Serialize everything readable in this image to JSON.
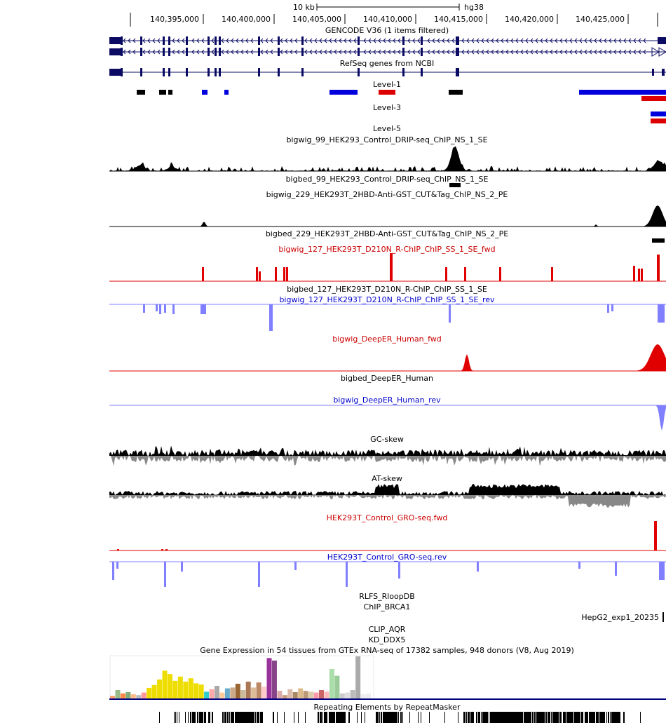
{
  "scale_bar": {
    "label": "10 kb",
    "assembly": "hg38"
  },
  "ruler": {
    "ticks": [
      "140,395,000",
      "140,400,000",
      "140,405,000",
      "140,410,000",
      "140,415,000",
      "140,420,000",
      "140,425,000"
    ]
  },
  "colors": {
    "gene": "#0b0b64",
    "signal": "#000000",
    "fwd": "#e00000",
    "rev": "#7f7fff",
    "bed_fwd": "#dd0000",
    "bed_rev": "#0000dd",
    "skew_neg": "#888888",
    "label_red": "#cc0000",
    "label_blue": "#0000cc",
    "baseline_gtex": "#000080"
  },
  "tracks": {
    "gencode": "GENCODE V36 (1 items filtered)",
    "refseq": "RefSeq genes from NCBI",
    "level1": "Level-1",
    "level3": "Level-3",
    "level5": "Level-5",
    "drip_bw": "bigwig_99_HEK293_Control_DRIP-seq_ChIP_NS_1_SE",
    "drip_bb": "bigbed_99_HEK293_Control_DRIP-seq_ChIP_NS_1_SE",
    "cuttag_bw": "bigwig_229_HEK293T_2HBD-Anti-GST_CUT&Tag_ChIP_NS_2_PE",
    "cuttag_bb": "bigbed_229_HEK293T_2HBD-Anti-GST_CUT&Tag_ChIP_NS_2_PE",
    "rchip_fwd": "bigwig_127_HEK293T_D210N_R-ChIP_ChIP_SS_1_SE_fwd",
    "rchip_bb": "bigbed_127_HEK293T_D210N_R-ChIP_ChIP_SS_1_SE",
    "rchip_rev": "bigwig_127_HEK293T_D210N_R-ChIP_ChIP_SS_1_SE_rev",
    "deeper_fwd": "bigwig_DeepER_Human_fwd",
    "deeper_bb": "bigbed_DeepER_Human",
    "deeper_rev": "bigwig_DeepER_Human_rev",
    "gc_skew": "GC-skew",
    "at_skew": "AT-skew",
    "gro_fwd": "HEK293T_Control_GRO-seq.fwd",
    "gro_rev": "HEK293T_Control_GRO-seq.rev",
    "rlfs": "RLFS_RloopDB",
    "chip_brca1": "ChIP_BRCA1",
    "hepg2": "HepG2_exp1_20235",
    "clip_aqr": "CLIP_AQR",
    "kd_ddx5": "KD_DDX5",
    "gtex": "Gene Expression in 54 tissues from GTEx RNA-seq of 17382 samples, 948 donors (V8, Aug 2019)",
    "repeatmasker": "Repeating Elements by RepeatMasker"
  },
  "gtex_bars": [
    {
      "color": "#ff9966",
      "v": 0.06
    },
    {
      "color": "#99bb88",
      "v": 0.2
    },
    {
      "color": "#ff8844",
      "v": 0.12
    },
    {
      "color": "#88aa77",
      "v": 0.15
    },
    {
      "color": "#ffbb88",
      "v": 0.1
    },
    {
      "color": "#bbbbbb",
      "v": 0.08
    },
    {
      "color": "#ff9999",
      "v": 0.14
    },
    {
      "color": "#eedd00",
      "v": 0.25
    },
    {
      "color": "#eedd00",
      "v": 0.32
    },
    {
      "color": "#eedd00",
      "v": 0.45
    },
    {
      "color": "#eedd00",
      "v": 0.66
    },
    {
      "color": "#eedd00",
      "v": 0.58
    },
    {
      "color": "#eedd00",
      "v": 0.42
    },
    {
      "color": "#eedd00",
      "v": 0.52
    },
    {
      "color": "#eedd00",
      "v": 0.4
    },
    {
      "color": "#eedd00",
      "v": 0.48
    },
    {
      "color": "#eedd00",
      "v": 0.36
    },
    {
      "color": "#eedd00",
      "v": 0.33
    },
    {
      "color": "#33cccc",
      "v": 0.16
    },
    {
      "color": "#ffaaaa",
      "v": 0.22
    },
    {
      "color": "#aaaaaa",
      "v": 0.3
    },
    {
      "color": "#ffcc99",
      "v": 0.14
    },
    {
      "color": "#66aacc",
      "v": 0.24
    },
    {
      "color": "#ccaa88",
      "v": 0.26
    },
    {
      "color": "#996633",
      "v": 0.35
    },
    {
      "color": "#ccbb99",
      "v": 0.2
    },
    {
      "color": "#aa7755",
      "v": 0.4
    },
    {
      "color": "#ddbb99",
      "v": 0.26
    },
    {
      "color": "#bb8866",
      "v": 0.38
    },
    {
      "color": "#ffcccc",
      "v": 0.28
    },
    {
      "color": "#993399",
      "v": 0.96
    },
    {
      "color": "#884488",
      "v": 0.9
    },
    {
      "color": "#ddaaaa",
      "v": 0.18
    },
    {
      "color": "#cc9977",
      "v": 0.08
    },
    {
      "color": "#ddbbaa",
      "v": 0.22
    },
    {
      "color": "#aa8866",
      "v": 0.15
    },
    {
      "color": "#ddbb88",
      "v": 0.24
    },
    {
      "color": "#bb9977",
      "v": 0.18
    },
    {
      "color": "#ddccaa",
      "v": 0.16
    },
    {
      "color": "#ff99aa",
      "v": 0.14
    },
    {
      "color": "#cc6666",
      "v": 0.2
    },
    {
      "color": "#ffbbbb",
      "v": 0.16
    },
    {
      "color": "#aaddaa",
      "v": 0.7
    },
    {
      "color": "#99cc99",
      "v": 0.54
    },
    {
      "color": "#cccccc",
      "v": 0.12
    },
    {
      "color": "#dddddd",
      "v": 0.14
    },
    {
      "color": "#bbbbbb",
      "v": 0.2
    },
    {
      "color": "#aaaaaa",
      "v": 1.0
    },
    {
      "color": "#eeeeee",
      "v": 0.1
    },
    {
      "color": "#eeeeee",
      "v": 0.12
    }
  ]
}
